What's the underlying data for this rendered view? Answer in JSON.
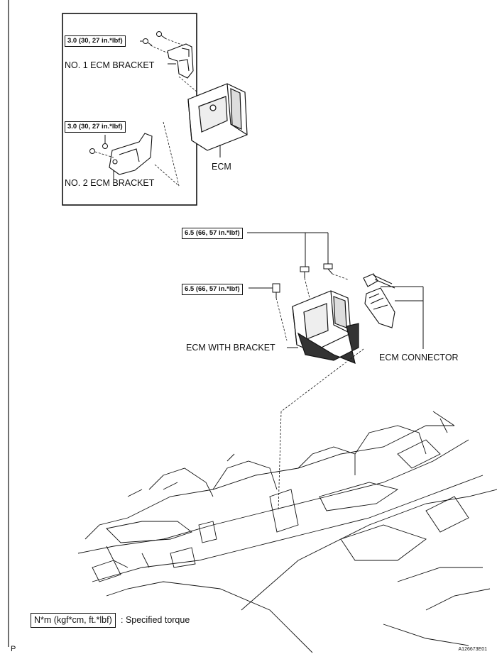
{
  "inset": {
    "bracket1_torque": "3.0 (30, 27 in.*lbf)",
    "bracket1_label": "NO. 1 ECM BRACKET",
    "bracket2_torque": "3.0 (30, 27 in.*lbf)",
    "bracket2_label": "NO. 2 ECM BRACKET",
    "ecm_label": "ECM"
  },
  "assembly": {
    "torque_top": "6.5 (66, 57 in.*lbf)",
    "torque_left": "6.5 (66, 57 in.*lbf)",
    "ecm_with_bracket_label": "ECM WITH BRACKET",
    "connector_label": "ECM CONNECTOR"
  },
  "legend": {
    "box_text": "N*m (kgf*cm, ft.*lbf)",
    "description": ": Specified torque"
  },
  "footer": {
    "page_letter": "P",
    "figure_id": "A126673E01"
  }
}
